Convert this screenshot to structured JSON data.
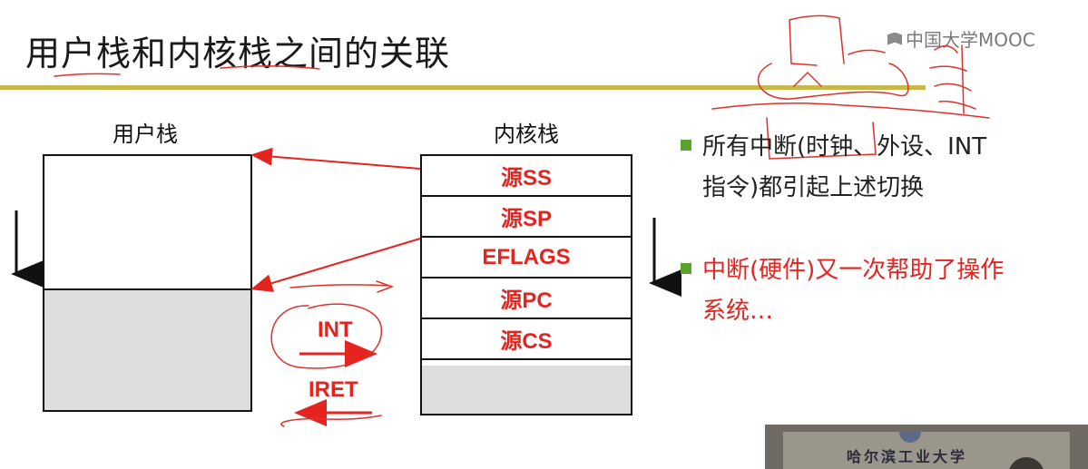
{
  "slide": {
    "title": "用户栈和内核栈之间的关联",
    "brand": "中国大学MOOC"
  },
  "user_stack": {
    "title": "用户栈"
  },
  "kernel_stack": {
    "title": "内核栈",
    "rows": [
      "源SS",
      "源SP",
      "EFLAGS",
      "源PC",
      "源CS"
    ]
  },
  "arrows": {
    "int": "INT",
    "iret": "IRET"
  },
  "bullets": [
    {
      "text": "所有中断(时钟、外设、INT指令)都引起上述切换",
      "line1": "所有中断(时钟、外设、INT",
      "line2": "指令)都引起上述切换"
    },
    {
      "text": "中断(硬件)又一次帮助了操作系统…",
      "line1": "中断(硬件)又一次帮助了操作",
      "line2": "系统…"
    }
  ],
  "video": {
    "banner": "哈尔滨工业大学"
  },
  "colors": {
    "accent": "#e52420",
    "rule": "#c7b84a",
    "bullet": "#5aa22f",
    "fill": "#dedede"
  },
  "icons": [
    "mooc-logo-icon",
    "down-arrow-icon"
  ]
}
